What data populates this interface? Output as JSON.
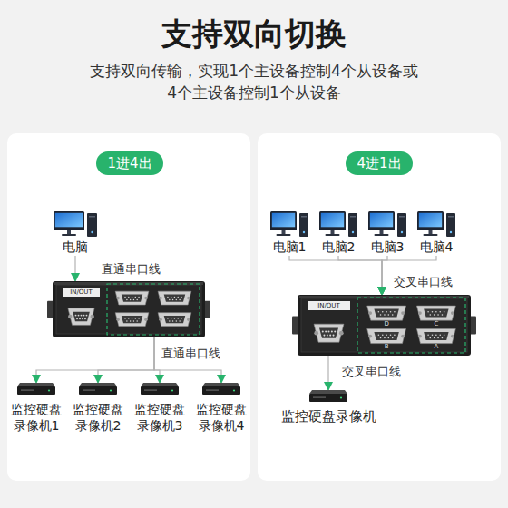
{
  "diagram": {
    "title": "支持双向切换",
    "nodes": [
      {
        "text": [
          "1进4出"
        ]
      },
      {
        "text": [
          "电脑"
        ]
      },
      {
        "text": [
          "IN/OUT"
        ]
      },
      {
        "text": [
          "监控硬盘 录像机1"
        ]
      },
      {
        "text": [
          "监控硬盘 录像机2"
        ]
      },
      {
        "text": [
          "监控硬盘 录像机3"
        ]
      },
      {
        "text": [
          "监控硬盘 录像机4"
        ]
      },
      {
        "text": [
          "4进1出"
        ]
      },
      {
        "text": [
          "电脑1"
        ]
      },
      {
        "text": [
          "电脑2"
        ]
      },
      {
        "text": [
          "电脑3"
        ]
      },
      {
        "text": [
          "电脑4"
        ]
      },
      {
        "text": [
          "IN/OUT",
          "D",
          "C",
          "B",
          "A"
        ]
      },
      {
        "text": [
          "监控硬盘录像机"
        ]
      }
    ],
    "edges": [
      {
        "from": 1,
        "to": 2,
        "arrow": "to",
        "label": "直通串口线"
      },
      {
        "from": 2,
        "to": 3,
        "arrow": "to",
        "label": "直通串口线"
      },
      {
        "from": 2,
        "to": 4,
        "arrow": "to"
      },
      {
        "from": 2,
        "to": 5,
        "arrow": "to"
      },
      {
        "from": 2,
        "to": 6,
        "arrow": "to"
      },
      {
        "from": 8,
        "to": 12,
        "arrow": "to",
        "label": "交叉串口线"
      },
      {
        "from": 9,
        "to": 12,
        "arrow": "to"
      },
      {
        "from": 10,
        "to": 12,
        "arrow": "to"
      },
      {
        "from": 11,
        "to": 12,
        "arrow": "to"
      },
      {
        "from": 12,
        "to": 13,
        "arrow": "to",
        "label": "交叉串口线"
      }
    ],
    "labels": [
      "支持双向传输，实现1个主设备控制4个从设备或 4个主设备控制1个从设备"
    ]
  }
}
